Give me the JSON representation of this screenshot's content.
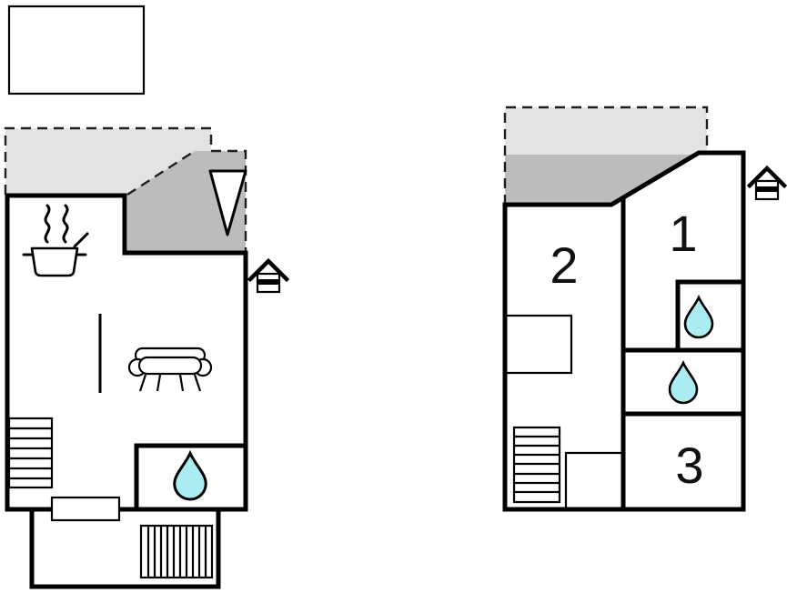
{
  "colors": {
    "background": "#ffffff",
    "walls": "#000000",
    "pool_fill": "#9ef0f2",
    "terrace_light_fill": "#e3e3e3",
    "terrace_dark_fill": "#bcbcbc",
    "water_drop_fill": "#abecf2"
  },
  "left_plan": {
    "icons": [
      "pool",
      "terrace",
      "covered-terrace",
      "north-arrow",
      "stove",
      "sofa",
      "stairs",
      "water-drop",
      "bench",
      "entrance-grate",
      "house-marker"
    ]
  },
  "right_plan": {
    "rooms": [
      {
        "label": "1"
      },
      {
        "label": "2"
      },
      {
        "label": "3"
      }
    ],
    "icons": [
      "terrace",
      "covered-terrace",
      "stairs",
      "water-drop",
      "water-drop",
      "house-marker"
    ]
  }
}
